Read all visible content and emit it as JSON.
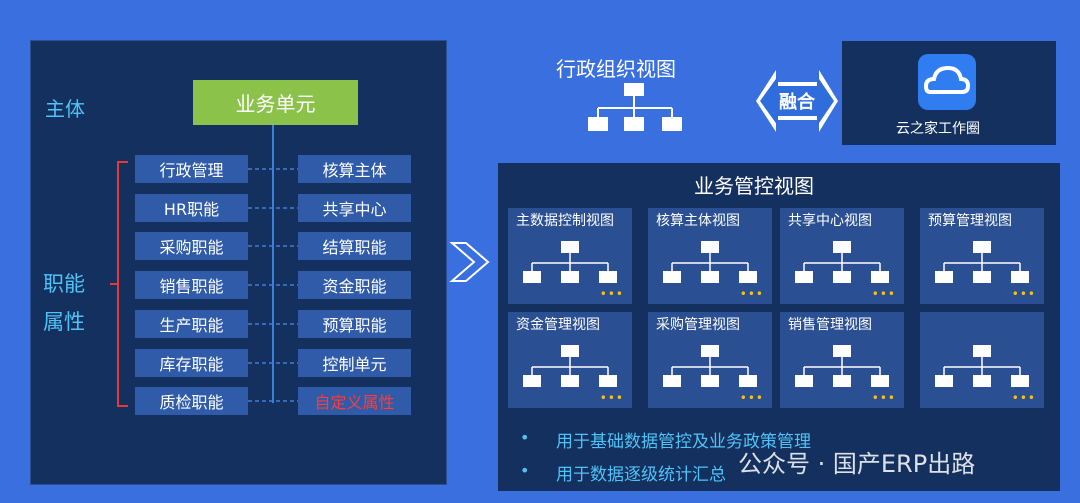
{
  "left": {
    "subject_label": "主体",
    "attr_label_1": "职能",
    "attr_label_2": "属性",
    "unit": "业务单元",
    "left_items": [
      "行政管理",
      "HR职能",
      "采购职能",
      "销售职能",
      "生产职能",
      "库存职能",
      "质检职能"
    ],
    "right_items": [
      "核算主体",
      "共享中心",
      "结算职能",
      "资金职能",
      "预算职能",
      "控制单元",
      "自定义属性"
    ],
    "highlight_color": "#ff3b3b"
  },
  "admin_view": {
    "title": "行政组织视图"
  },
  "fusion": {
    "label": "融合"
  },
  "cloud": {
    "label": "云之家工作圈",
    "icon": "cloud-icon"
  },
  "control": {
    "title": "业务管控视图",
    "cards": [
      {
        "title": "主数据控制视图",
        "dots": "•••"
      },
      {
        "title": "核算主体视图",
        "dots": "•••"
      },
      {
        "title": "共享中心视图",
        "dots": "•••"
      },
      {
        "title": "预算管理视图",
        "dots": "•••"
      },
      {
        "title": "资金管理视图",
        "dots": "•••"
      },
      {
        "title": "采购管理视图",
        "dots": "•••"
      },
      {
        "title": "销售管理视图",
        "dots": "•••"
      },
      {
        "title": "",
        "dots": "•••"
      }
    ],
    "bullets": [
      "用于基础数据管控及业务政策管理",
      "用于数据逐级统计汇总"
    ]
  },
  "watermark": "公众号 · 国产ERP出路"
}
